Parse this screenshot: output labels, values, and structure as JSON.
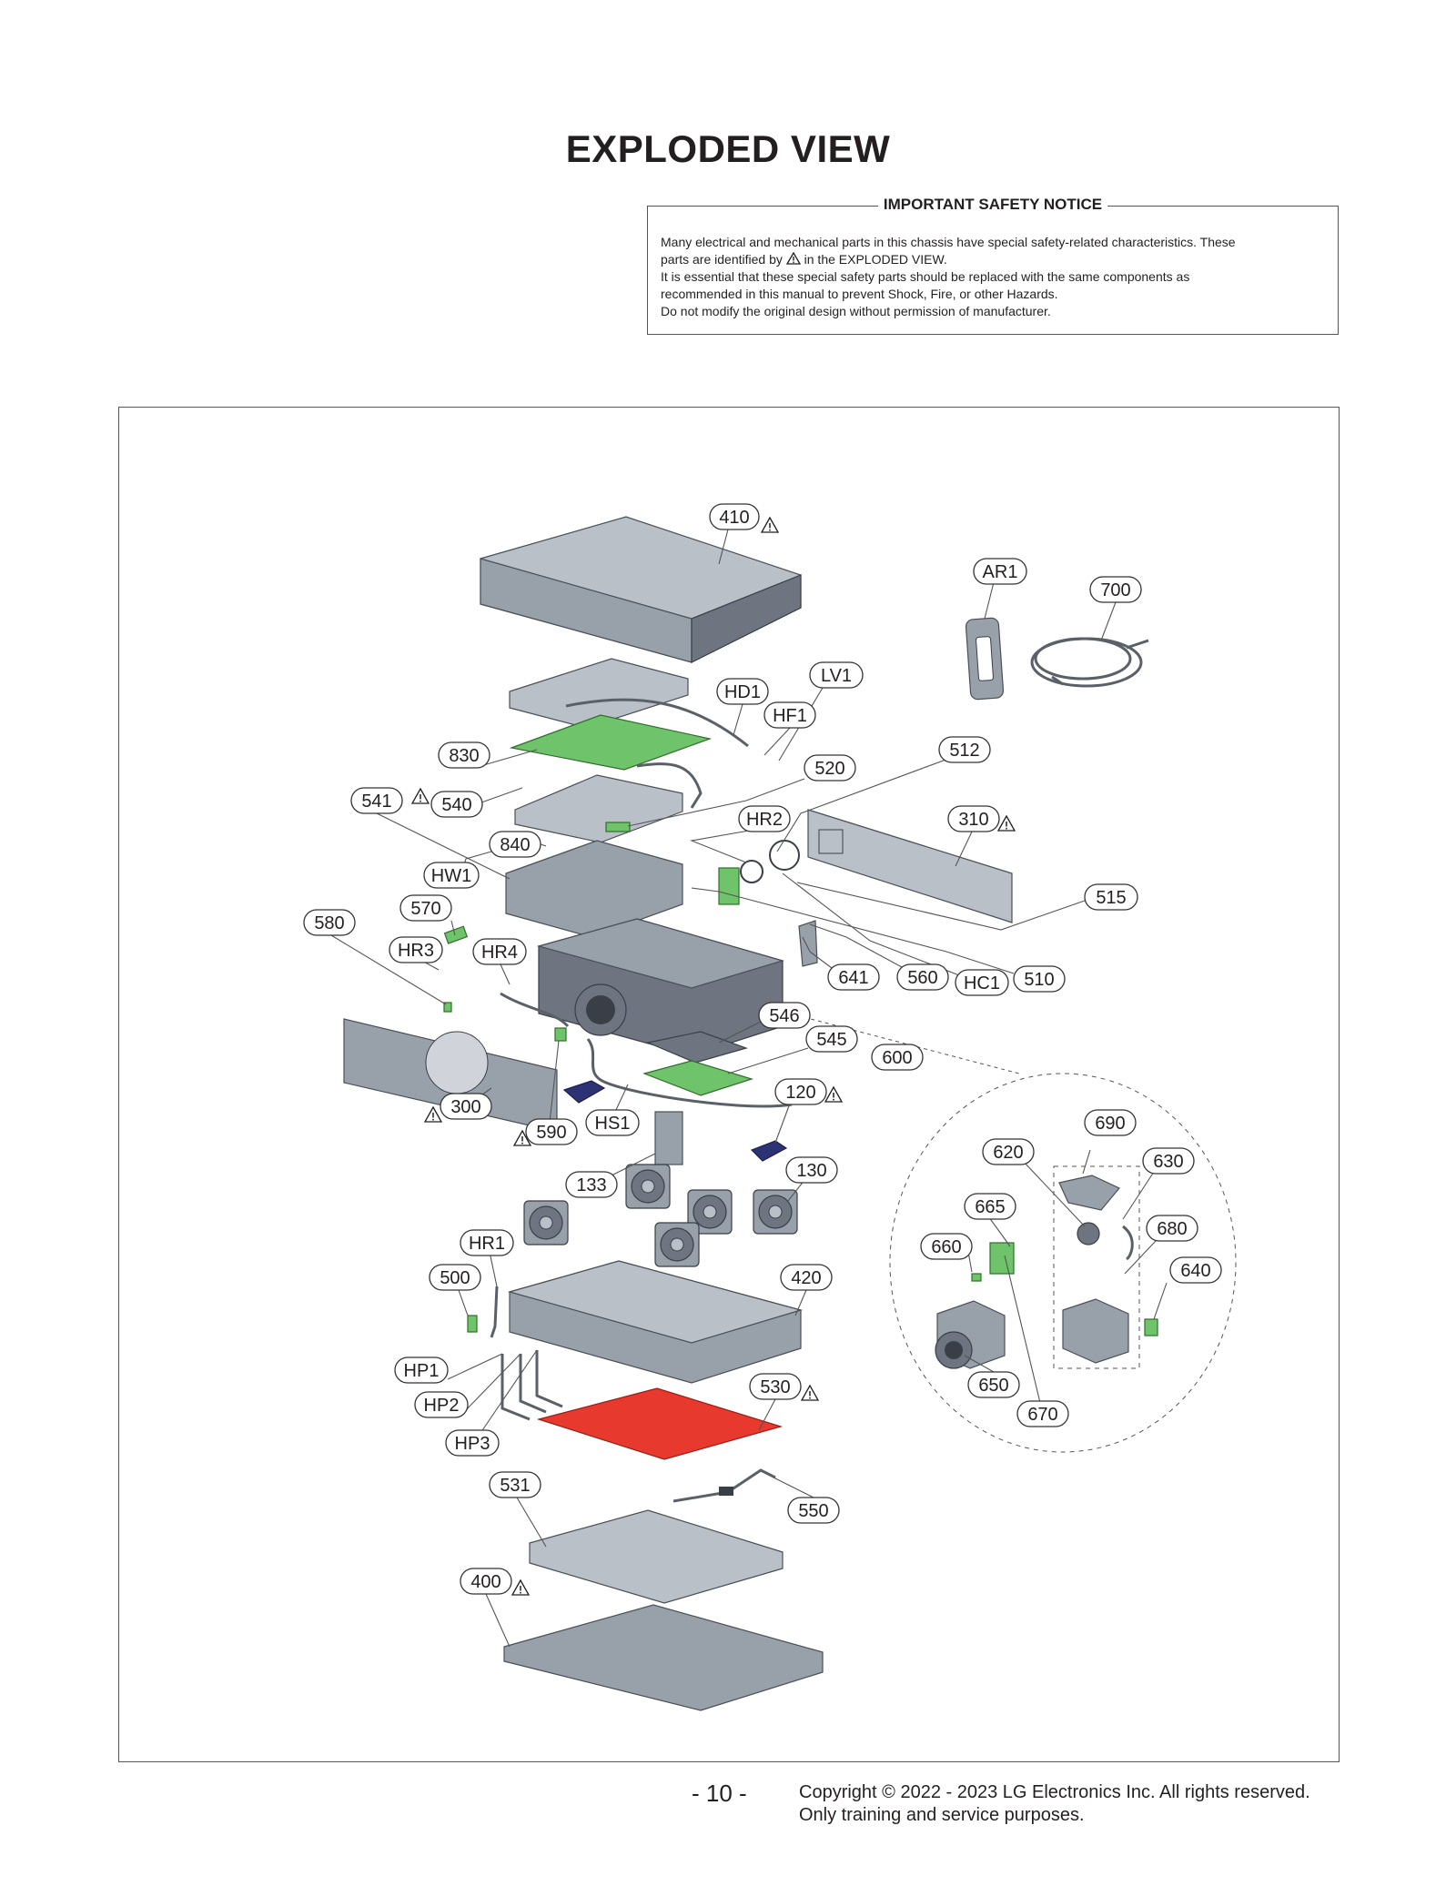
{
  "title": "EXPLODED VIEW",
  "notice": {
    "heading": "IMPORTANT SAFETY NOTICE",
    "line1": "Many electrical and mechanical parts in this chassis have special safety-related characteristics. These",
    "line2a": "parts are identified by",
    "line2b": "in the EXPLODED VIEW.",
    "line3": "It is essential that these special safety parts should be replaced with the same components as",
    "line4": "recommended in this manual to prevent Shock, Fire, or other Hazards.",
    "line5": "Do not modify the original design without permission of manufacturer."
  },
  "callouts": {
    "c410": "410",
    "cAR1": "AR1",
    "c700": "700",
    "cLV1": "LV1",
    "cHD1": "HD1",
    "cHF1": "HF1",
    "c830": "830",
    "c520": "520",
    "c512": "512",
    "c541": "541",
    "c540": "540",
    "cHR2": "HR2",
    "c310": "310",
    "c840": "840",
    "cHW1": "HW1",
    "c515": "515",
    "c570": "570",
    "c580": "580",
    "cHR3": "HR3",
    "cHR4": "HR4",
    "c641": "641",
    "c560": "560",
    "cHC1": "HC1",
    "c510": "510",
    "c546": "546",
    "c545": "545",
    "c600": "600",
    "c300": "300",
    "c120": "120",
    "c690": "690",
    "c590": "590",
    "cHS1": "HS1",
    "c620": "620",
    "c630": "630",
    "c133": "133",
    "c130": "130",
    "c665": "665",
    "c680": "680",
    "c660": "660",
    "cHR1": "HR1",
    "c640": "640",
    "c500": "500",
    "c420": "420",
    "cHP1": "HP1",
    "c530": "530",
    "c650": "650",
    "cHP2": "HP2",
    "c670": "670",
    "cHP3": "HP3",
    "c531": "531",
    "c550": "550",
    "c400": "400"
  },
  "page_number": "- 10 -",
  "copyright": {
    "line1": "Copyright © 2022 - 2023 LG Electronics Inc. All rights reserved.",
    "line2": "Only training and service purposes."
  },
  "colors": {
    "highlight_red": "#e8392e",
    "pcb_green": "#6fc36a",
    "housing_gray": "#98a0aa"
  }
}
